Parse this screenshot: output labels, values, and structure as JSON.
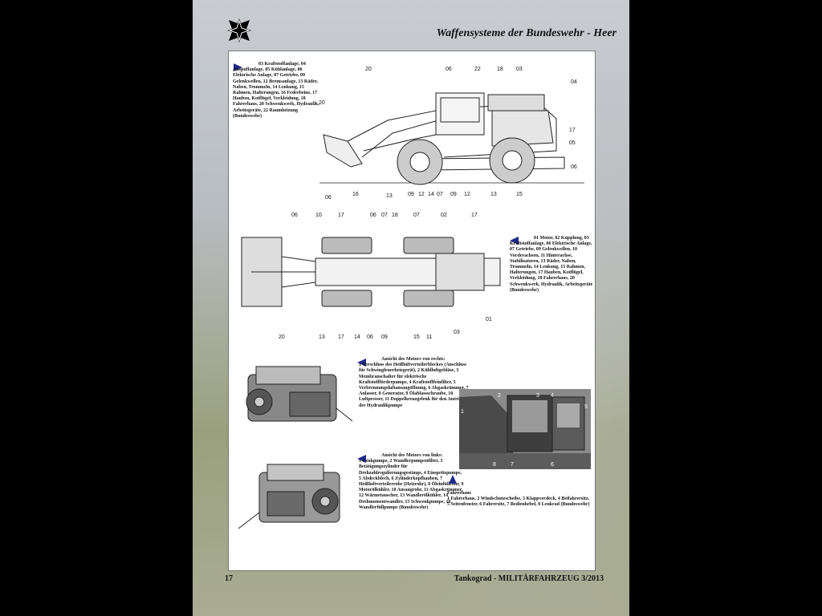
{
  "header": {
    "title": "Waffensysteme der Bundeswehr - Heer"
  },
  "footer": {
    "page_number": "17",
    "publication": "Tankograd - MILITÄRFAHRZEUG 3/2013"
  },
  "captions": {
    "side_view": "03 Kraftstoffanlage, 04 Auspuffanlage, 05 Kühlanlage, 06 Elektrische Anlage, 07 Getriebe, 09 Gelenkwellen, 12 Bremsanlage, 13 Räder, Naben, Trommeln, 14 Lenkung, 15 Rahmen, Halterungen, 16 Federbeine, 17 Hauben, Kotflügel, Verkleidung, 18 Fahrerhaus, 20 Schwenkwerk, Hydraulik, Arbeitsgeräte, 22 Raumheizung (Bundeswehr)",
    "top_view": "01 Motor, 02 Kupplung, 03 Kraftstoffanlage, 06 Elektrische Anlage, 07 Getriebe, 09 Gelenkwellen, 10 Vorderachsen, 11 Hinterachse, Stabilisatoren, 13 Räder, Naben, Trommeln, 14 Lenkung, 15 Rahmen, Halterungen, 17 Hauben, Kotflügel, Verkleidung, 18 Fahrerhaus, 20 Schwenkwerk, Hydraulik, Arbeitsgeräte (Bundeswehr)",
    "engine_right_title": "Ansicht des Motors von rechts:",
    "engine_right": "1 Verschluss des Heißluftverteilerblockes (Anschluss für Schwingfeuerheizgerät), 2 Kühlluftgebläse, 3 Membranschalter für elektrische Kraftstoffförderpumpe, 4 Kraftstofffeinfilter, 5 Verbrennungsluftansaugöffnung, 6 Abgaskrümmer, 7 Anlasser, 8 Generator, 9 Ölablassschraube, 10 Luftpresser, 11 Doppelkreuzgelenk für den Antrieb der Hydraulikpumpe",
    "engine_left_title": "Ansicht des Motors von links:",
    "engine_left": "1 Lenkpumpe, 2 Wandlerpumpenfilter, 3 Betätigungszylinder für Drehzahlregulierungsgestänge, 4 Einspritzpumpe, 5 Abdeckblech, 6 Zylinderkopfhauben, 7 Heißluftverteilerrohr (Heizrohr), 8 Öleinfüllrohr, 9 Motorölkühler, 10 Ansaugrohr, 11 Abgaskrümmer, 12 Wärmetauscher, 13 Wandlerölkühler, 14 Drehmomentwandler, 15 Schwenkpumpe, 16 Wandlerfüllpumpe (Bundeswehr)",
    "cab_title": "Fahrerhaus",
    "cab": "1 Fahrerhaus, 2 Windschutzscheibe, 3 Klappverdeck, 4 Beifahrersitz, 5 Seitenfenster, 6 Fahrersitz, 7 Bedienhebel, 8 Lenkrad (Bundeswehr)"
  },
  "side_labels": {
    "top": [
      "20",
      "06",
      "22",
      "18",
      "03",
      "04",
      "17",
      "05",
      "06"
    ],
    "bottom": [
      "06",
      "16",
      "13",
      "09",
      "12",
      "14",
      "07",
      "09",
      "12",
      "13",
      "15"
    ],
    "left": "20"
  },
  "top_labels": {
    "top": [
      "06",
      "10",
      "17",
      "06",
      "07",
      "18",
      "07",
      "02",
      "17"
    ],
    "bottom": [
      "20",
      "13",
      "17",
      "14",
      "06",
      "09",
      "15",
      "11",
      "03",
      "01"
    ]
  },
  "photo_labels": [
    "1",
    "2",
    "3",
    "4",
    "5",
    "6",
    "7",
    "8"
  ],
  "colors": {
    "accent": "#1f2a8a"
  }
}
